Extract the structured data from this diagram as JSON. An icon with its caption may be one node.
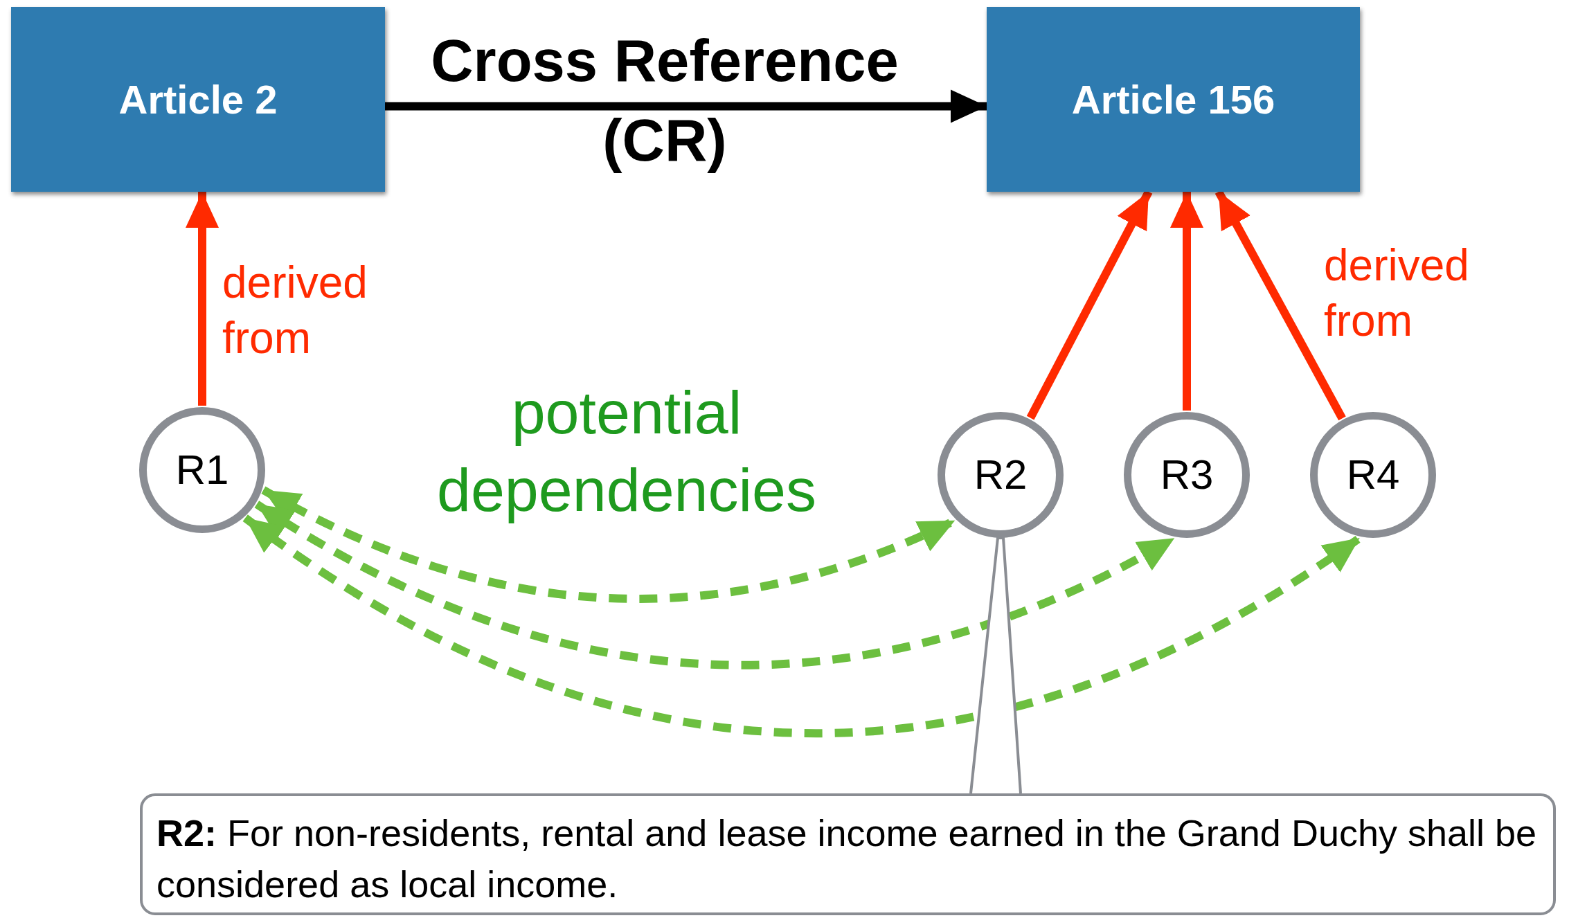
{
  "diagram": {
    "nodes": [
      {
        "text": [
          "Article 2"
        ]
      },
      {
        "text": [
          "Article 156"
        ]
      },
      {
        "text": [
          "R1"
        ]
      },
      {
        "text": [
          "R2"
        ]
      },
      {
        "text": [
          "R3"
        ]
      },
      {
        "text": [
          "R4"
        ]
      },
      {
        "text": [
          "**R2:** For non-residents, rental and lease income earned in the Grand Duchy shall be considered as local income."
        ]
      }
    ],
    "edges": [
      {
        "from": 0,
        "to": 1,
        "arrow": "to",
        "label": "Cross Reference (CR)",
        "color": "#000000"
      },
      {
        "from": 2,
        "to": 0,
        "arrow": "to",
        "label": "derived from"
      },
      {
        "from": 3,
        "to": 1,
        "arrow": "to"
      },
      {
        "from": 4,
        "to": 1,
        "arrow": "to"
      },
      {
        "from": 5,
        "to": 1,
        "arrow": "to",
        "label": "derived from"
      },
      {
        "from": 2,
        "to": 3,
        "arrow": "both",
        "style": "dashed",
        "color": "#6cbf3f"
      },
      {
        "from": 2,
        "to": 4,
        "arrow": "both",
        "style": "dashed",
        "color": "#6cbf3f"
      },
      {
        "from": 2,
        "to": 5,
        "arrow": "both",
        "style": "dashed",
        "color": "#6cbf3f"
      },
      {
        "from": 6,
        "to": 3,
        "arrow": "none",
        "color": "#8a8d93"
      }
    ],
    "labels": [
      "potential dependencies"
    ]
  }
}
